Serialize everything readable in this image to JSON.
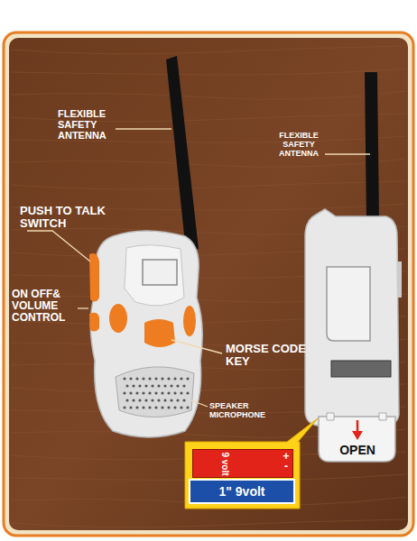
{
  "diagram": {
    "nodes": [
      {
        "text": [
          "9 volt"
        ]
      },
      {
        "text": [
          "1\" 9volt"
        ]
      },
      {
        "text": [
          "OPEN"
        ]
      }
    ],
    "labels": [
      "FLEXIBLE SAFETY ANTENNA",
      "FLEXIBLE SAFETY ANTENNA",
      "PUSH TO TALK SWITCH",
      "ON OFF& VOLUME CONTROL",
      "MORSE CODE KEY",
      "SPEAKER MICROPHONE",
      "+",
      "-"
    ]
  }
}
